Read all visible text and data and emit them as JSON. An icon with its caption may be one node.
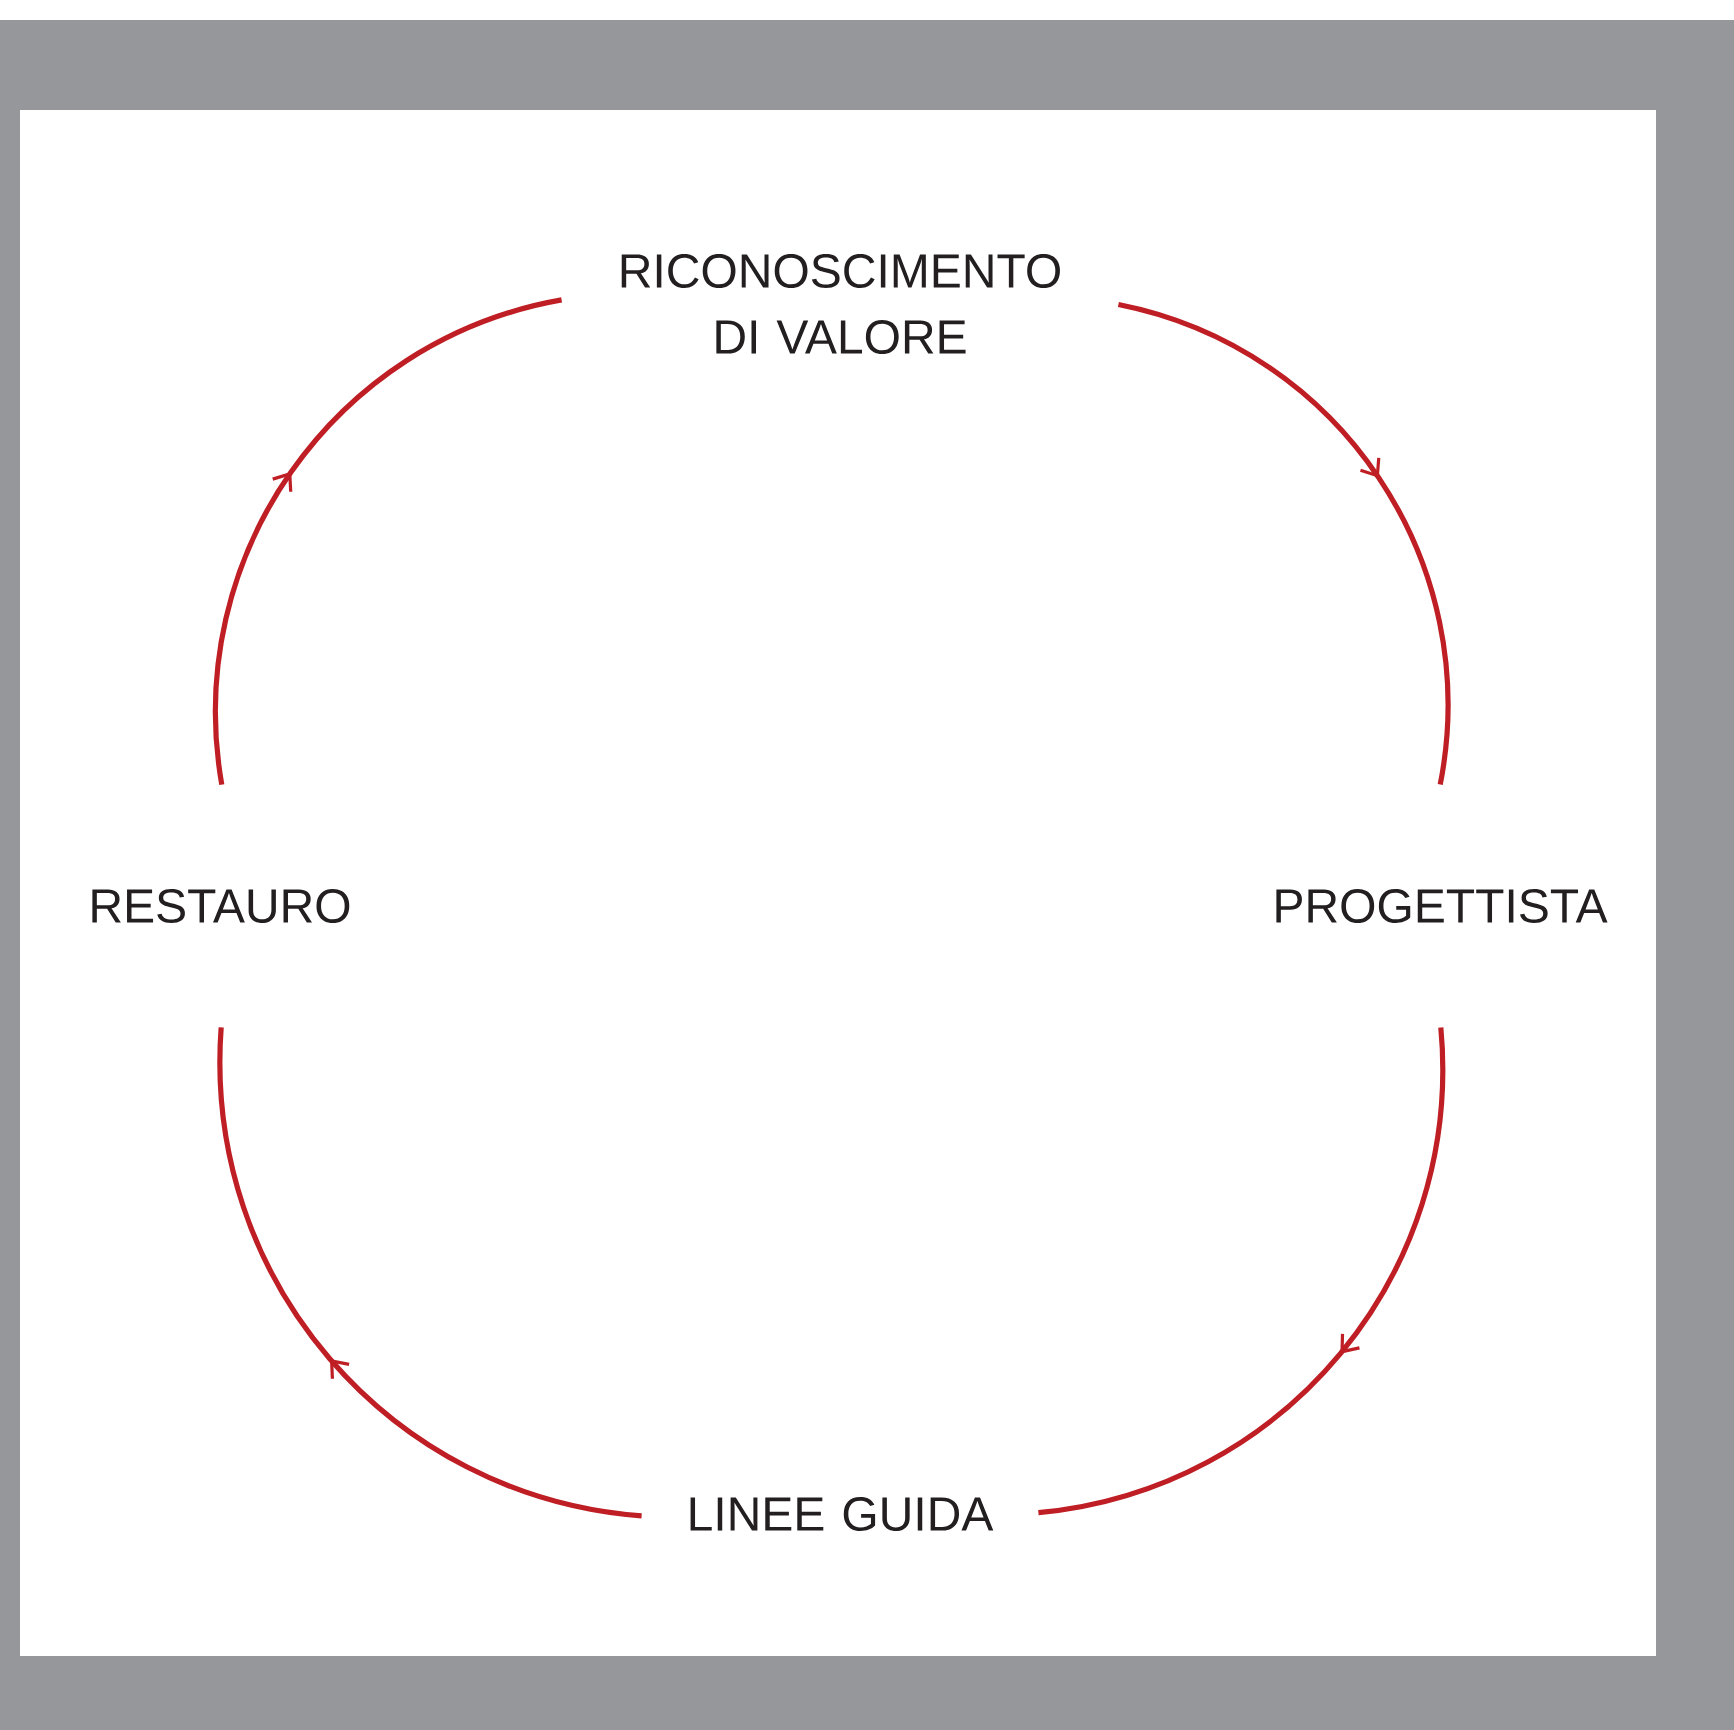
{
  "diagram": {
    "nodes": [
      {
        "text": [
          "RICONOSCIMENTO DI VALORE"
        ]
      },
      {
        "text": [
          "PROGETTISTA"
        ]
      },
      {
        "text": [
          "LINEE GUIDA"
        ]
      },
      {
        "text": [
          "RESTAURO"
        ]
      }
    ],
    "edges": [
      {
        "from": 0,
        "to": 1,
        "arrow": "to"
      },
      {
        "from": 1,
        "to": 2,
        "arrow": "to"
      },
      {
        "from": 2,
        "to": 3,
        "arrow": "to"
      },
      {
        "from": 3,
        "to": 0,
        "arrow": "to"
      }
    ]
  }
}
